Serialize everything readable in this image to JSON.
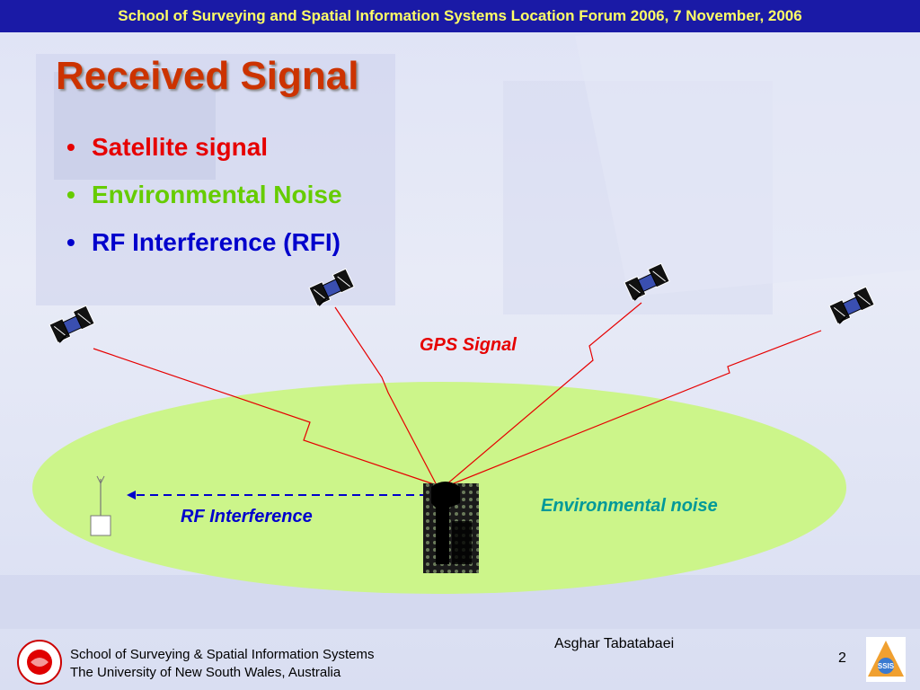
{
  "header": {
    "text": "School of Surveying and Spatial Information Systems Location Forum 2006, 7 November, 2006"
  },
  "title": "Received Signal",
  "bullets": [
    {
      "bullet": "•",
      "text": "Satellite signal",
      "color": "#e60000"
    },
    {
      "bullet": "•",
      "text": "Environmental Noise",
      "color": "#66cc00"
    },
    {
      "bullet": "•",
      "text": "RF Interference (RFI)",
      "color": "#0000cc"
    }
  ],
  "diagram": {
    "gps_signal_label": "GPS Signal",
    "rf_interference_label": "RF Interference",
    "environmental_noise_label": "Environmental noise",
    "colors": {
      "signal": "#e60000",
      "rfi": "#0000cc",
      "noise_zone": "#ccf58a",
      "noise_text": "#009999"
    },
    "icons": [
      "satellite-icon",
      "satellite-icon",
      "satellite-icon",
      "satellite-icon",
      "antenna-transmitter-icon",
      "gps-receiver-icon"
    ]
  },
  "footer": {
    "line1": "School of Surveying & Spatial Information Systems",
    "line2": "The University of New South Wales, Australia",
    "author": "Asghar Tabatabaei",
    "page": "2",
    "logo_left_icon": "unsw-50-years-seal-icon",
    "logo_right_icon": "ssis-logo-icon",
    "logo_right_text": "SSIS"
  }
}
